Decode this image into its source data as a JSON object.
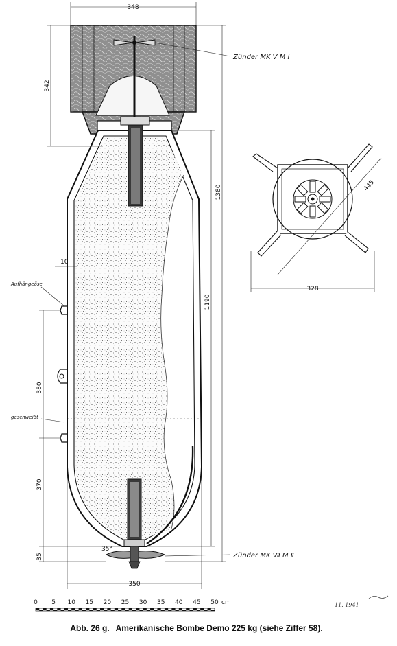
{
  "dimensions": {
    "top_width": "348",
    "tail_height": "342",
    "total_length": "1380",
    "body_length": "1190",
    "wall": "10",
    "lug_spacing": "380",
    "lower_lug": "370",
    "nose_offset": "35",
    "bottom_width": "350",
    "side_width": "328",
    "side_diagonal": "445",
    "nose_angle": "35°"
  },
  "labels": {
    "fuze_tail": "Zünder  MK Ⅴ M Ⅰ",
    "fuze_nose": "Zünder  MK Ⅶ M Ⅱ",
    "lug": "Aufhängeöse",
    "band": "geschweißt"
  },
  "scale": {
    "ticks": [
      "0",
      "5",
      "10",
      "15",
      "20",
      "25",
      "30",
      "35",
      "40",
      "45",
      "50"
    ],
    "unit": "cm"
  },
  "date": "11. 1941",
  "caption": {
    "number": "Abb. 26 g.",
    "text": "Amerikanische Bombe Demo 225 kg (siehe Ziffer 58)."
  }
}
